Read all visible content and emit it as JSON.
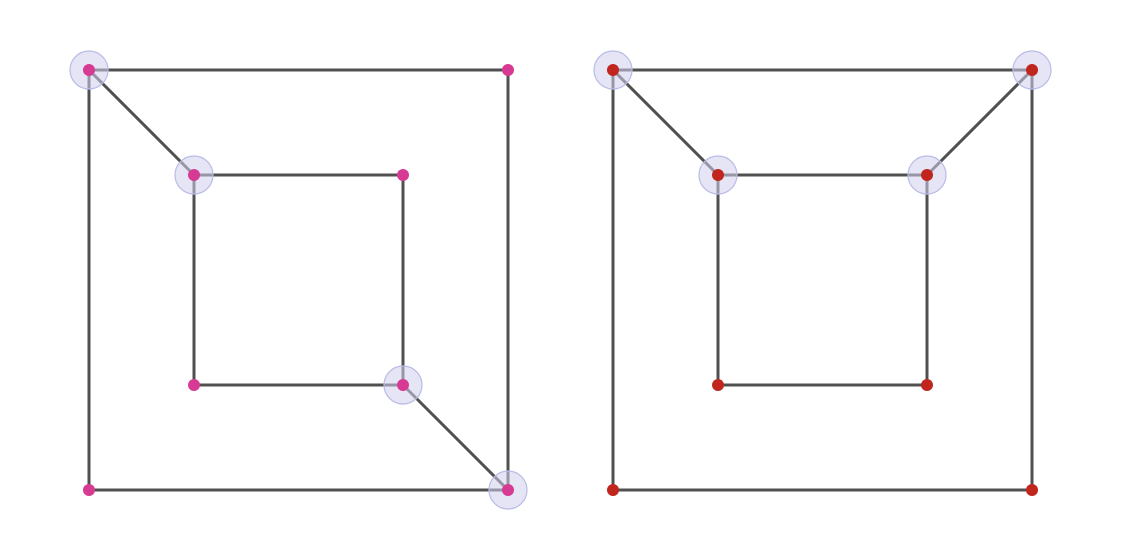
{
  "colors": {
    "background": "#ffffff",
    "edge": "#505050",
    "halo_fill": "#cfd0ef",
    "halo_stroke": "#b9bce6"
  },
  "graphs": [
    {
      "name": "left-graph",
      "node_color": "#d63a92",
      "nodes": [
        {
          "id": "outer-top-left",
          "highlighted": true
        },
        {
          "id": "outer-top-right",
          "highlighted": false
        },
        {
          "id": "outer-bottom-right",
          "highlighted": true
        },
        {
          "id": "outer-bottom-left",
          "highlighted": false
        },
        {
          "id": "inner-top-left",
          "highlighted": true
        },
        {
          "id": "inner-top-right",
          "highlighted": false
        },
        {
          "id": "inner-bottom-right",
          "highlighted": true
        },
        {
          "id": "inner-bottom-left",
          "highlighted": false
        }
      ],
      "edges": [
        [
          "outer-top-left",
          "outer-top-right"
        ],
        [
          "outer-top-right",
          "outer-bottom-right"
        ],
        [
          "outer-bottom-right",
          "outer-bottom-left"
        ],
        [
          "outer-bottom-left",
          "outer-top-left"
        ],
        [
          "inner-top-left",
          "inner-top-right"
        ],
        [
          "inner-top-right",
          "inner-bottom-right"
        ],
        [
          "inner-bottom-right",
          "inner-bottom-left"
        ],
        [
          "inner-bottom-left",
          "inner-top-left"
        ],
        [
          "outer-top-left",
          "inner-top-left"
        ],
        [
          "outer-bottom-right",
          "inner-bottom-right"
        ]
      ]
    },
    {
      "name": "right-graph",
      "node_color": "#c0261e",
      "nodes": [
        {
          "id": "outer-top-left",
          "highlighted": true
        },
        {
          "id": "outer-top-right",
          "highlighted": true
        },
        {
          "id": "outer-bottom-right",
          "highlighted": false
        },
        {
          "id": "outer-bottom-left",
          "highlighted": false
        },
        {
          "id": "inner-top-left",
          "highlighted": true
        },
        {
          "id": "inner-top-right",
          "highlighted": true
        },
        {
          "id": "inner-bottom-right",
          "highlighted": false
        },
        {
          "id": "inner-bottom-left",
          "highlighted": false
        }
      ],
      "edges": [
        [
          "outer-top-left",
          "outer-top-right"
        ],
        [
          "outer-top-right",
          "outer-bottom-right"
        ],
        [
          "outer-bottom-right",
          "outer-bottom-left"
        ],
        [
          "outer-bottom-left",
          "outer-top-left"
        ],
        [
          "inner-top-left",
          "inner-top-right"
        ],
        [
          "inner-top-right",
          "inner-bottom-right"
        ],
        [
          "inner-bottom-right",
          "inner-bottom-left"
        ],
        [
          "inner-bottom-left",
          "inner-top-left"
        ],
        [
          "outer-top-left",
          "inner-top-left"
        ],
        [
          "outer-top-right",
          "inner-top-right"
        ]
      ]
    }
  ]
}
